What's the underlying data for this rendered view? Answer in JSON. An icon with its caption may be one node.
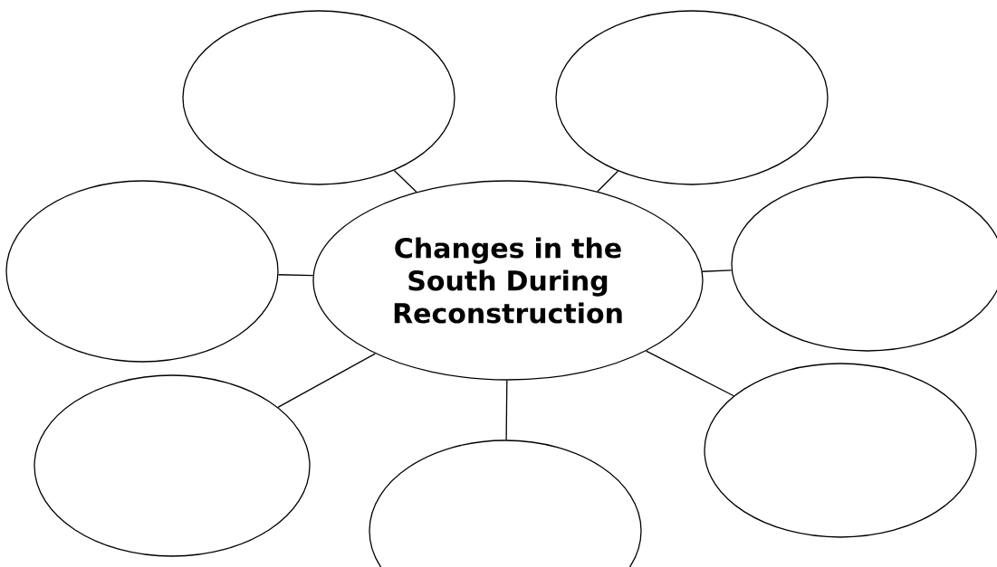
{
  "diagram": {
    "nodes": [
      {
        "text": [
          "Changes in the South During Reconstruction"
        ]
      },
      {
        "text": [],
        "shape": "ellipse"
      },
      {
        "text": [],
        "shape": "ellipse"
      },
      {
        "text": [],
        "shape": "ellipse"
      },
      {
        "text": [],
        "shape": "ellipse"
      },
      {
        "text": [],
        "shape": "ellipse"
      },
      {
        "text": [],
        "shape": "ellipse"
      },
      {
        "text": [],
        "shape": "ellipse"
      }
    ],
    "edges": [
      {
        "from": 0,
        "to": 1,
        "arrow": "none"
      },
      {
        "from": 0,
        "to": 2,
        "arrow": "none"
      },
      {
        "from": 0,
        "to": 3,
        "arrow": "none"
      },
      {
        "from": 0,
        "to": 4,
        "arrow": "none"
      },
      {
        "from": 0,
        "to": 5,
        "arrow": "none"
      },
      {
        "from": 0,
        "to": 6,
        "arrow": "none"
      },
      {
        "from": 0,
        "to": 7,
        "arrow": "none"
      }
    ]
  }
}
